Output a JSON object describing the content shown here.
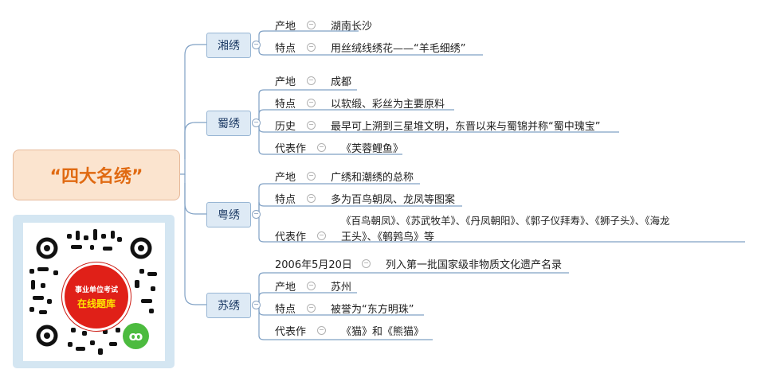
{
  "root": {
    "title": "“四大名绣”"
  },
  "qr": {
    "line1": "事业单位考试",
    "line2": "在线题库"
  },
  "branches": [
    {
      "name": "湘绣",
      "items": [
        {
          "label": "产地",
          "value": "湖南长沙"
        },
        {
          "label": "特点",
          "value": "用丝绒线绣花——“羊毛细绣”"
        }
      ]
    },
    {
      "name": "蜀绣",
      "items": [
        {
          "label": "产地",
          "value": "成都"
        },
        {
          "label": "特点",
          "value": "以软缎、彩丝为主要原料"
        },
        {
          "label": "历史",
          "value": "最早可上溯到三星堆文明，东晋以来与蜀锦并称“蜀中瑰宝”"
        },
        {
          "label": "代表作",
          "value": "《芙蓉鲤鱼》"
        }
      ]
    },
    {
      "name": "粤绣",
      "items": [
        {
          "label": "产地",
          "value": "广绣和潮绣的总称"
        },
        {
          "label": "特点",
          "value": "多为百鸟朝凤、龙凤等图案"
        },
        {
          "label": "代表作",
          "value": "《百鸟朝凤》、《苏武牧羊》、《丹凤朝阳》、《郭子仪拜寿》、《狮子头》、《海龙",
          "value2": "王头》、《鹌鹑鸟》等"
        }
      ]
    },
    {
      "name": "苏绣",
      "items": [
        {
          "label": "2006年5月20日",
          "value": "列入第一批国家级非物质文化遗产名录"
        },
        {
          "label": "产地",
          "value": "苏州"
        },
        {
          "label": "特点",
          "value": "被誉为“东方明珠”"
        },
        {
          "label": "代表作",
          "value": "《猫》和《熊猫》"
        }
      ]
    }
  ]
}
